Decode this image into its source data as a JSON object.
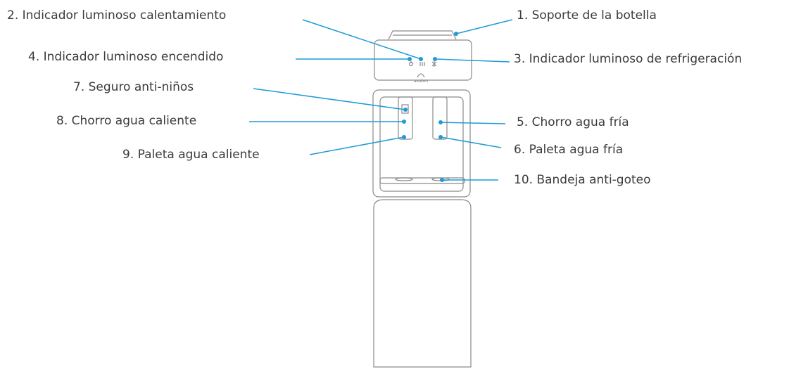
{
  "brand": "avalon",
  "colors": {
    "leader": "#1e9bd7",
    "dot": "#1e9bd7",
    "outline": "#8a8a8a",
    "text": "#3c3c3c"
  },
  "labels": {
    "l1": "1. Soporte de la botella",
    "l2": "2. Indicador luminoso calentamiento",
    "l3": "3. Indicador luminoso de refrigeración",
    "l4": "4. Indicador luminoso encendido",
    "l5": "5. Chorro agua fría",
    "l6": "6. Paleta agua fría",
    "l7": "7. Seguro anti-niños",
    "l8": "8. Chorro agua caliente",
    "l9": "9. Paleta agua caliente",
    "l10": "10.  Bandeja anti-goteo"
  }
}
